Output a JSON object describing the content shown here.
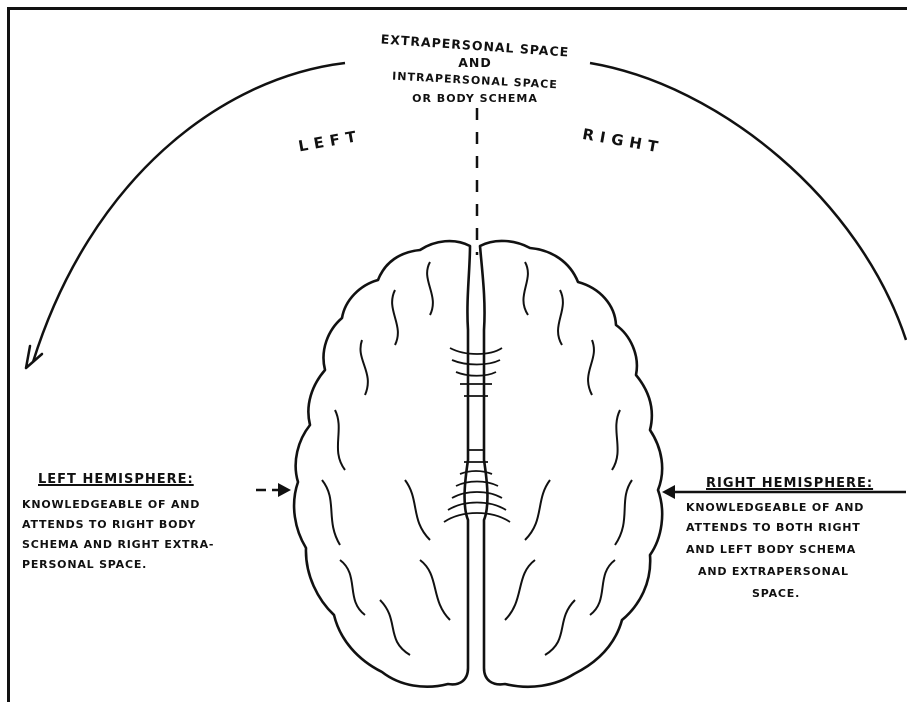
{
  "title": {
    "line1": "EXTRAPERSONAL SPACE",
    "line2": "AND",
    "line3": "INTRAPERSONAL SPACE",
    "line4": "OR BODY SCHEMA"
  },
  "sides": {
    "left": "LEFT",
    "right": "RIGHT"
  },
  "left_hemisphere": {
    "heading": "LEFT HEMISPHERE:",
    "lines": [
      "KNOWLEDGEABLE OF AND",
      "ATTENDS TO RIGHT BODY",
      "SCHEMA AND RIGHT EXTRA-",
      "PERSONAL SPACE."
    ]
  },
  "right_hemisphere": {
    "heading": "RIGHT HEMISPHERE:",
    "lines": [
      "KNOWLEDGEABLE OF AND",
      "ATTENDS TO BOTH RIGHT",
      "AND LEFT BODY SCHEMA",
      "AND EXTRAPERSONAL",
      "SPACE."
    ]
  },
  "colors": {
    "ink": "#111111",
    "paper": "#ffffff"
  }
}
